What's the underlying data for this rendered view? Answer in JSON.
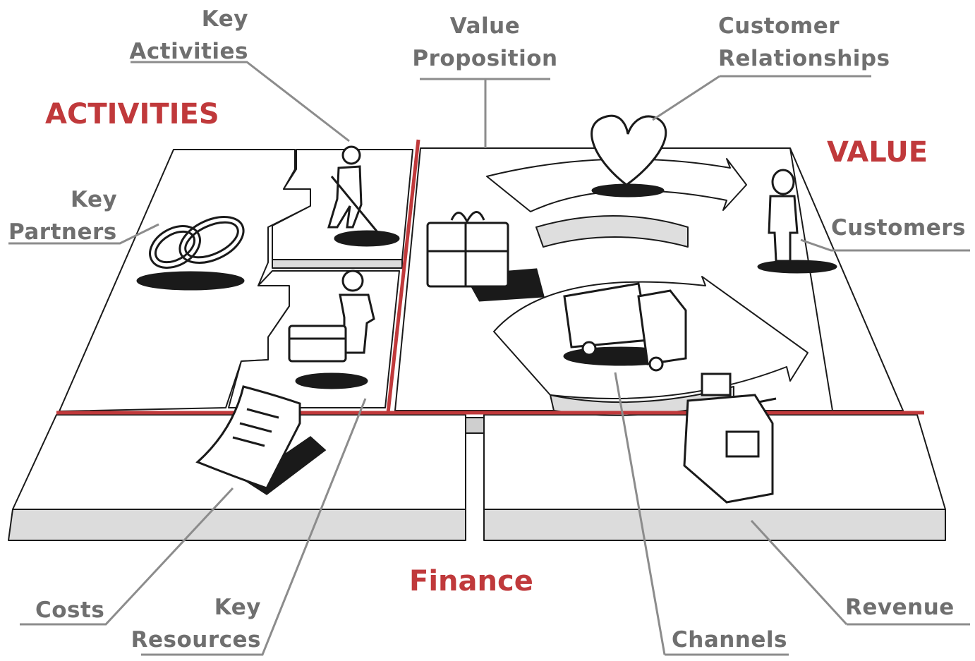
{
  "sections": {
    "activities": "ACTIVITIES",
    "value": "VALUE",
    "finance": "Finance"
  },
  "labels": {
    "key_activities": [
      "Key",
      "Activities"
    ],
    "value_proposition": [
      "Value",
      "Proposition"
    ],
    "customer_relationships": [
      "Customer",
      "Relationships"
    ],
    "key_partners": [
      "Key",
      "Partners"
    ],
    "customers": "Customers",
    "costs": "Costs",
    "key_resources": [
      "Key",
      "Resources"
    ],
    "channels": "Channels",
    "revenue": "Revenue"
  },
  "colors": {
    "accent": "#c0393b",
    "label": "#6f6f6f",
    "line": "#8c8c8c",
    "ink": "#1a1a1a",
    "board_side": "#d9d9d9"
  }
}
